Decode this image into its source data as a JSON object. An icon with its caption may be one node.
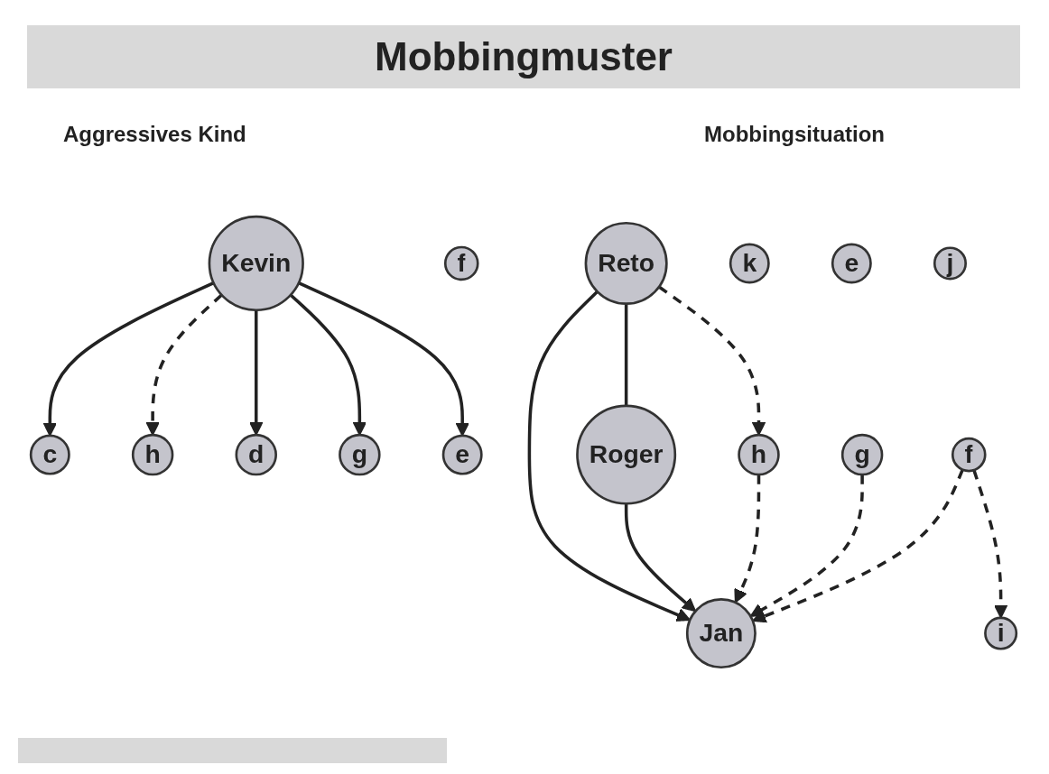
{
  "diagram": {
    "title": "Mobbingmuster",
    "nodes": [
      {
        "text": [
          "Kevin"
        ]
      },
      {
        "text": [
          "c"
        ]
      },
      {
        "text": [
          "h"
        ]
      },
      {
        "text": [
          "d"
        ]
      },
      {
        "text": [
          "g"
        ]
      },
      {
        "text": [
          "e"
        ]
      },
      {
        "text": [
          "f"
        ]
      },
      {
        "text": [
          "Reto"
        ]
      },
      {
        "text": [
          "Roger"
        ]
      },
      {
        "text": [
          "h"
        ]
      },
      {
        "text": [
          "Jan"
        ]
      },
      {
        "text": [
          "g"
        ]
      },
      {
        "text": [
          "k"
        ]
      },
      {
        "text": [
          "f"
        ]
      },
      {
        "text": [
          "e"
        ]
      },
      {
        "text": [
          "i"
        ]
      },
      {
        "text": [
          "j"
        ]
      }
    ],
    "edges": [
      {
        "from": 0,
        "to": 1,
        "arrow": "to"
      },
      {
        "from": 0,
        "to": 2,
        "arrow": "to",
        "style": "dashed"
      },
      {
        "from": 0,
        "to": 3,
        "arrow": "to"
      },
      {
        "from": 0,
        "to": 4,
        "arrow": "to"
      },
      {
        "from": 0,
        "to": 5,
        "arrow": "to"
      },
      {
        "from": 7,
        "to": 8,
        "arrow": "none"
      },
      {
        "from": 7,
        "to": 9,
        "arrow": "to",
        "style": "dashed"
      },
      {
        "from": 7,
        "to": 10,
        "arrow": "to"
      },
      {
        "from": 8,
        "to": 10,
        "arrow": "to"
      },
      {
        "from": 9,
        "to": 10,
        "arrow": "to",
        "style": "dashed"
      },
      {
        "from": 11,
        "to": 10,
        "arrow": "to",
        "style": "dashed"
      },
      {
        "from": 13,
        "to": 10,
        "arrow": "to",
        "style": "dashed"
      },
      {
        "from": 13,
        "to": 15,
        "arrow": "to",
        "style": "dashed"
      }
    ],
    "labels": [
      "Aggressives Kind",
      "Mobbingsituation"
    ]
  }
}
